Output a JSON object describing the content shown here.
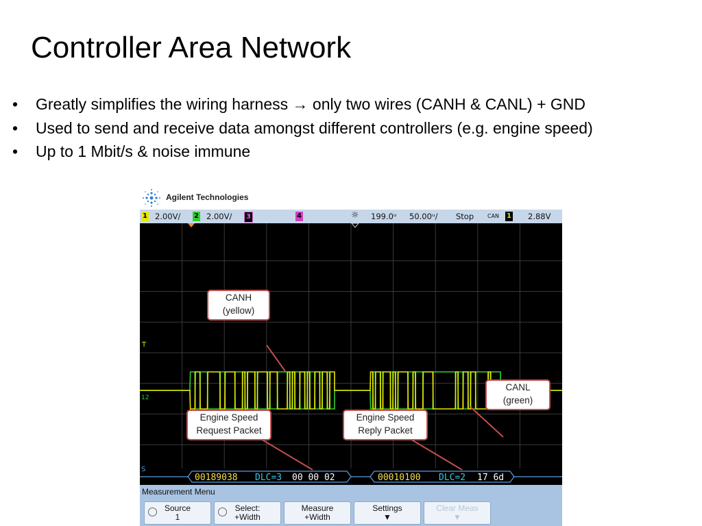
{
  "slide": {
    "title": "Controller Area Network",
    "bullets": [
      "Greatly simplifies the wiring harness → only two wires (CANH & CANL) + GND",
      "Used to send and receive data amongst different controllers (e.g. engine speed)",
      "Up to 1 Mbit/s & noise immune"
    ]
  },
  "scope": {
    "brand": "Agilent Technologies",
    "status": {
      "ch1_num": "1",
      "ch1_scale": "2.00V/",
      "ch2_num": "2",
      "ch2_scale": "2.00V/",
      "ch3_num": "3",
      "ch4_num": "4",
      "time_delay": "199.0ᵘ",
      "time_scale": "50.00ᵘ/",
      "run_state": "Stop",
      "trigger_type": "CAN",
      "trigger_ch": "1",
      "trigger_level": "2.88V"
    },
    "markers": {
      "trigger": "T",
      "ch12": "12",
      "serial": "S"
    },
    "decode": {
      "packet1": {
        "id": "00189038",
        "dlc": "DLC=3",
        "data": "00 00 02"
      },
      "packet2": {
        "id": "00010100",
        "dlc": "DLC=2",
        "data": "17 6d"
      }
    },
    "callouts": {
      "canh": [
        "CANH",
        "(yellow)"
      ],
      "canl": [
        "CANL",
        "(green)"
      ],
      "request": [
        "Engine Speed",
        "Request Packet"
      ],
      "reply": [
        "Engine Speed",
        "Reply Packet"
      ]
    },
    "menu": {
      "title": "Measurement Menu",
      "softkeys": [
        {
          "line1": "Source",
          "line2": "1"
        },
        {
          "line1": "Select:",
          "line2": "+Width"
        },
        {
          "line1": "Measure",
          "line2": "+Width"
        },
        {
          "line1": "Settings",
          "line2": ""
        },
        {
          "line1": "Clear Meas",
          "line2": ""
        }
      ]
    },
    "colors": {
      "ch1_yellow": "#e8e800",
      "ch2_green": "#32cd32",
      "ch3_magenta": "#d86bd8",
      "decode_id": "#f4e04d",
      "decode_dlc": "#38c8e8",
      "callout_border": "#c0504d"
    }
  }
}
